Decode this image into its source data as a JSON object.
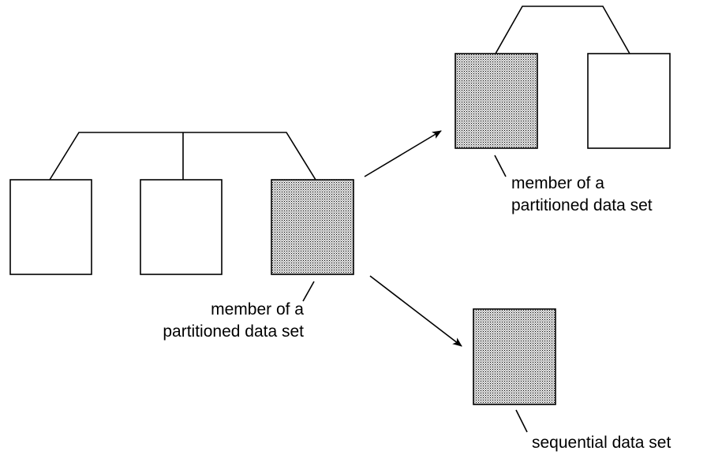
{
  "labels": {
    "pds_member_left": [
      "member of a",
      "partitioned data set"
    ],
    "pds_member_right": [
      "member of a",
      "partitioned data set"
    ],
    "sequential": "sequential data set"
  },
  "colors": {
    "stroke": "#000000",
    "background": "#ffffff",
    "stipple_dot": "#000000",
    "stipple_fill": "#eeeeee"
  }
}
